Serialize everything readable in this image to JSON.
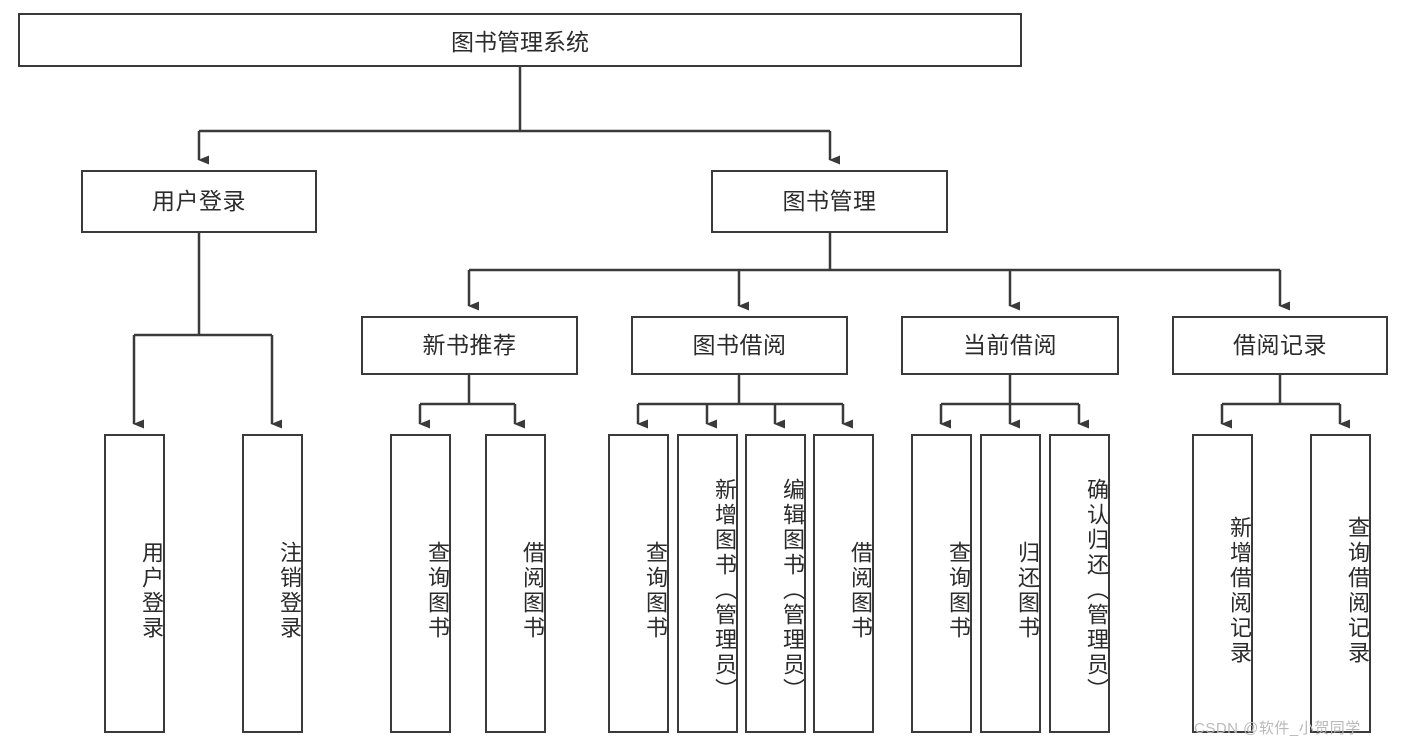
{
  "diagram": {
    "title": "图书管理系统",
    "type": "tree-hierarchy",
    "orientation": "top-down",
    "line_color": "#3a3a3a",
    "box_fill": "#ffffff",
    "text_color": "#2b2b2b"
  },
  "nodes": {
    "root": {
      "label": "图书管理系统"
    },
    "level2": [
      {
        "id": "user-login",
        "label": "用户登录"
      },
      {
        "id": "book-management",
        "label": "图书管理"
      }
    ],
    "level3": [
      {
        "id": "new-book-recommend",
        "label": "新书推荐"
      },
      {
        "id": "book-borrow",
        "label": "图书借阅"
      },
      {
        "id": "current-borrow",
        "label": "当前借阅"
      },
      {
        "id": "borrow-record",
        "label": "借阅记录"
      }
    ],
    "leaves": [
      {
        "id": "leaf-user-login",
        "label": "用户登录",
        "parent": "user-login"
      },
      {
        "id": "leaf-user-logout",
        "label": "注销登录",
        "parent": "user-login"
      },
      {
        "id": "leaf-query-book-1",
        "label": "查询图书",
        "parent": "new-book-recommend"
      },
      {
        "id": "leaf-borrow-book-1",
        "label": "借阅图书",
        "parent": "new-book-recommend"
      },
      {
        "id": "leaf-query-book-2",
        "label": "查询图书",
        "parent": "book-borrow"
      },
      {
        "id": "leaf-add-book",
        "label": "新增图书（管理员）",
        "parent": "book-borrow"
      },
      {
        "id": "leaf-edit-book",
        "label": "编辑图书（管理员）",
        "parent": "book-borrow"
      },
      {
        "id": "leaf-borrow-book-2",
        "label": "借阅图书",
        "parent": "book-borrow"
      },
      {
        "id": "leaf-query-book-3",
        "label": "查询图书",
        "parent": "current-borrow"
      },
      {
        "id": "leaf-return-book",
        "label": "归还图书",
        "parent": "current-borrow"
      },
      {
        "id": "leaf-confirm-return",
        "label": "确认归还（管理员）",
        "parent": "current-borrow"
      },
      {
        "id": "leaf-add-record",
        "label": "新增借阅记录",
        "parent": "borrow-record"
      },
      {
        "id": "leaf-query-record",
        "label": "查询借阅记录",
        "parent": "borrow-record"
      }
    ]
  },
  "watermark": {
    "text": "CSDN @软件_小贺同学"
  }
}
